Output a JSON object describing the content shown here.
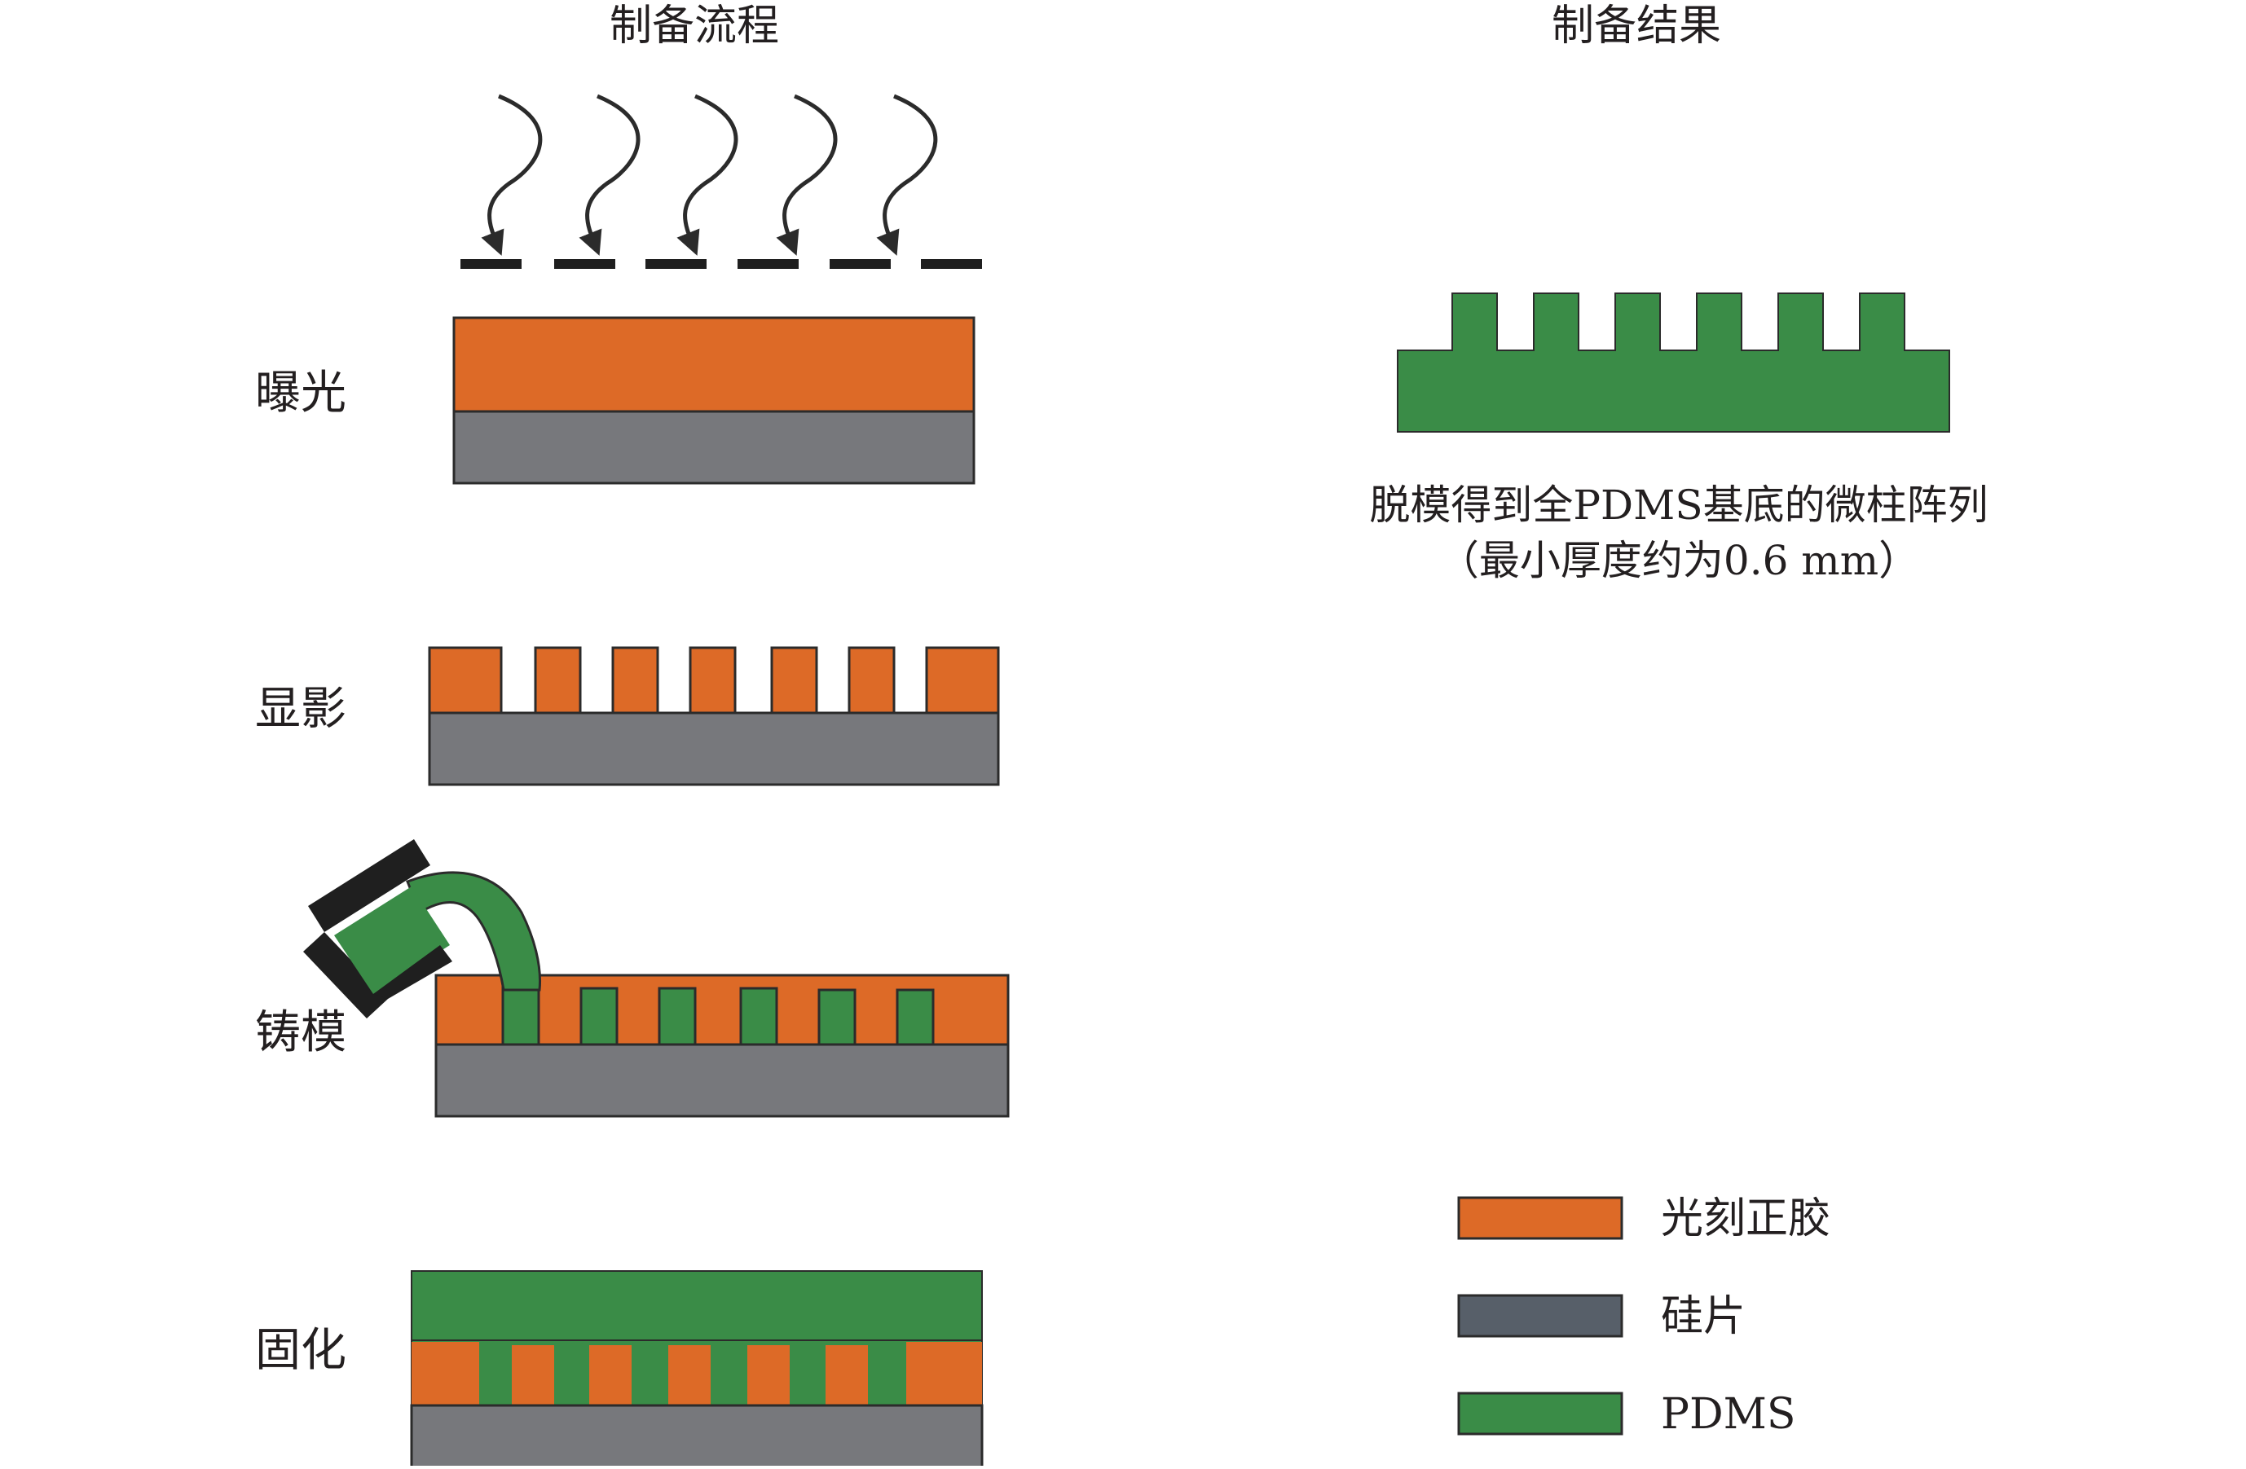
{
  "titles": {
    "process": "制备流程",
    "result": "制备结果"
  },
  "steps": [
    {
      "id": "exposure",
      "label": "曝光"
    },
    {
      "id": "development",
      "label": "显影"
    },
    {
      "id": "casting",
      "label": "铸模"
    },
    {
      "id": "curing",
      "label": "固化"
    }
  ],
  "result": {
    "caption_line1": "脱模得到全PDMS基底的微柱阵列",
    "caption_line2": "（最小厚度约为0.6 mm）"
  },
  "legend": [
    {
      "label": "光刻正胶",
      "color": "#dd6a27"
    },
    {
      "label": "硅片",
      "color": "#575f69"
    },
    {
      "label": "PDMS",
      "color": "#3a8c47"
    }
  ],
  "colors": {
    "photoresist": "#dd6a27",
    "substrate_diagram": "#77787c",
    "substrate_legend": "#575f69",
    "pdms": "#3a8c47",
    "outline": "#2b2b2b",
    "mask": "#1f1f1f"
  }
}
